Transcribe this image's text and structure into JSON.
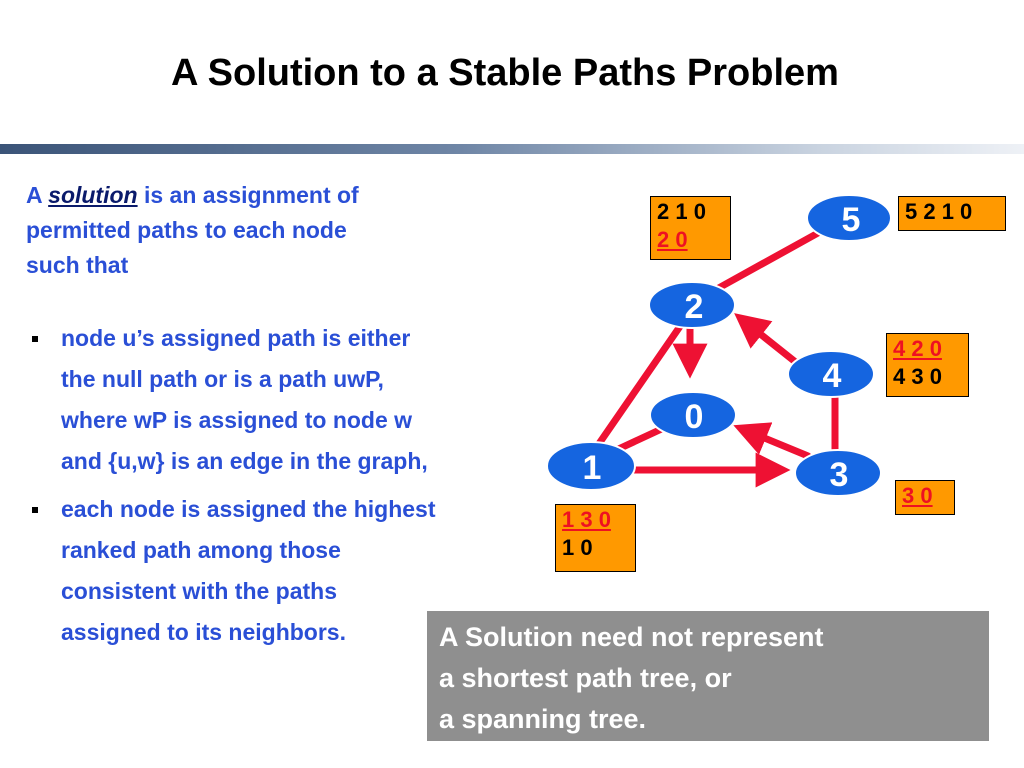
{
  "title": "A Solution to a Stable Paths Problem",
  "intro": {
    "prefix": "A",
    "term": "solution",
    "line1_rest": "is an assignment of",
    "line2": "permitted paths to each node",
    "line3": "such that"
  },
  "bullets": [
    {
      "lines": [
        "node u’s assigned path is either",
        "the null path or is a path uwP,",
        "where wP is assigned to node w",
        "and {u,w} is an edge in the graph,"
      ]
    },
    {
      "lines": [
        "each node is assigned the highest",
        "ranked path among those",
        "consistent with the paths",
        "assigned to its neighbors."
      ]
    }
  ],
  "graph": {
    "nodes": {
      "n0": "0",
      "n1": "1",
      "n2": "2",
      "n3": "3",
      "n4": "4",
      "n5": "5"
    },
    "path_boxes": {
      "node2": {
        "line1": "2 1 0",
        "line2": "2 0"
      },
      "node5": {
        "line1": "5 2 1 0"
      },
      "node4": {
        "line1": "4 2 0",
        "line2": "4 3 0"
      },
      "node3": {
        "line1": "3 0"
      },
      "node1": {
        "line1": "1 3 0",
        "line2": "1 0"
      }
    }
  },
  "note": {
    "lines": [
      "A Solution need not represent",
      "a shortest path tree, or",
      "a spanning tree."
    ]
  },
  "colors": {
    "text_blue": "#2a4fd6",
    "node_blue": "#1565e0",
    "edge_red": "#ee1133",
    "box_orange": "#ff9900",
    "note_gray": "#8f8f8f"
  }
}
